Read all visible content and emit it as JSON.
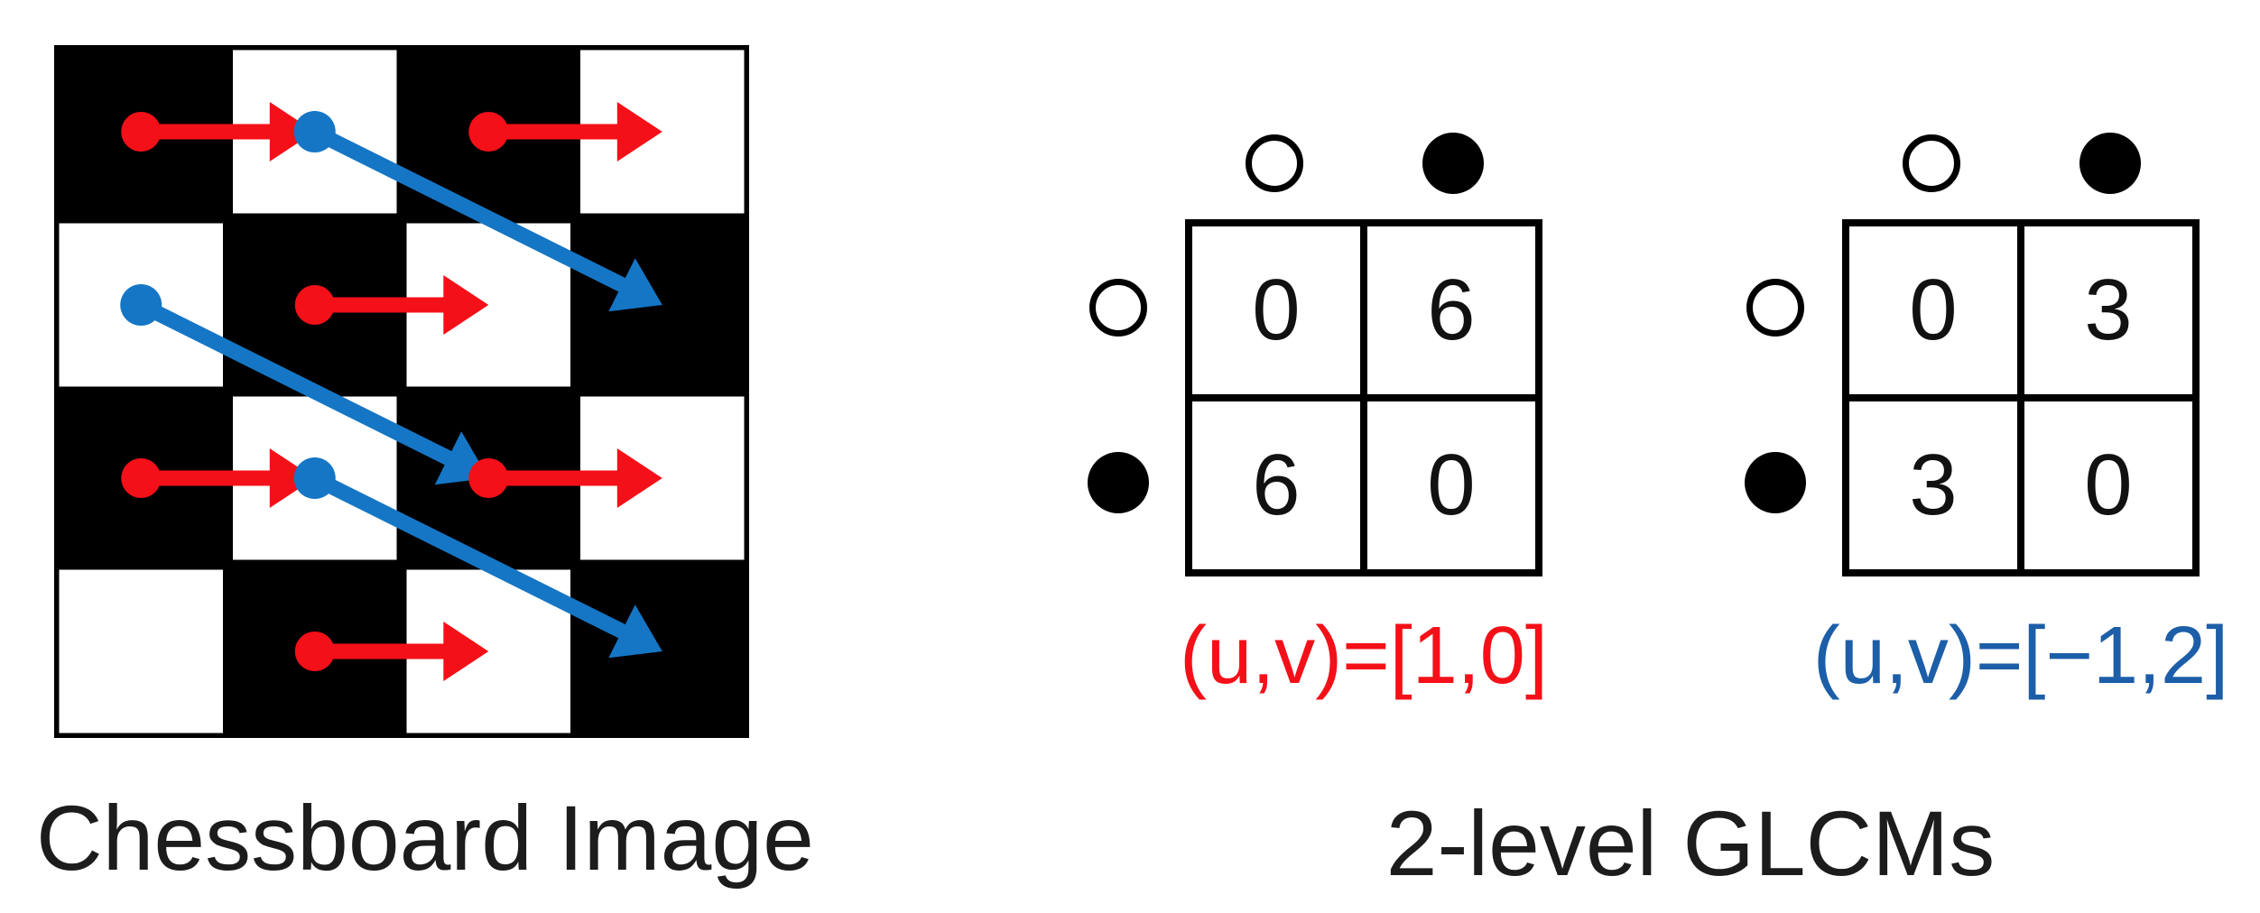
{
  "chessboard": {
    "caption": "Chessboard Image",
    "rows": 4,
    "cols": 4,
    "pattern": [
      [
        "black",
        "white",
        "black",
        "white"
      ],
      [
        "white",
        "black",
        "white",
        "black"
      ],
      [
        "black",
        "white",
        "black",
        "white"
      ],
      [
        "white",
        "black",
        "white",
        "black"
      ]
    ],
    "red_arrows": [
      {
        "from": [
          0,
          0
        ],
        "to": [
          0,
          1
        ]
      },
      {
        "from": [
          0,
          2
        ],
        "to": [
          0,
          3
        ]
      },
      {
        "from": [
          1,
          1
        ],
        "to": [
          1,
          2
        ]
      },
      {
        "from": [
          2,
          0
        ],
        "to": [
          2,
          1
        ]
      },
      {
        "from": [
          2,
          2
        ],
        "to": [
          2,
          3
        ]
      },
      {
        "from": [
          3,
          1
        ],
        "to": [
          3,
          2
        ]
      }
    ],
    "blue_arrows": [
      {
        "from": [
          0,
          1
        ],
        "to": [
          1,
          3
        ]
      },
      {
        "from": [
          1,
          0
        ],
        "to": [
          2,
          2
        ]
      },
      {
        "from": [
          2,
          1
        ],
        "to": [
          3,
          3
        ]
      }
    ],
    "colors": {
      "red_arrow": "#F41018",
      "blue_arrow": "#1576C5",
      "board_black": "#000000",
      "board_white": "#ffffff"
    }
  },
  "glcm": {
    "caption": "2-level GLCMs",
    "matrices": [
      {
        "col_headers": [
          "open-circle",
          "filled-circle"
        ],
        "row_headers": [
          "open-circle",
          "filled-circle"
        ],
        "values": [
          [
            "0",
            "6"
          ],
          [
            "6",
            "0"
          ]
        ],
        "label": "(u,v)=[1,0]",
        "label_color": "#F41018"
      },
      {
        "col_headers": [
          "open-circle",
          "filled-circle"
        ],
        "row_headers": [
          "open-circle",
          "filled-circle"
        ],
        "values": [
          [
            "0",
            "3"
          ],
          [
            "3",
            "0"
          ]
        ],
        "label": "(u,v)=[−1,2]",
        "label_color": "#1C5EA8"
      }
    ]
  }
}
